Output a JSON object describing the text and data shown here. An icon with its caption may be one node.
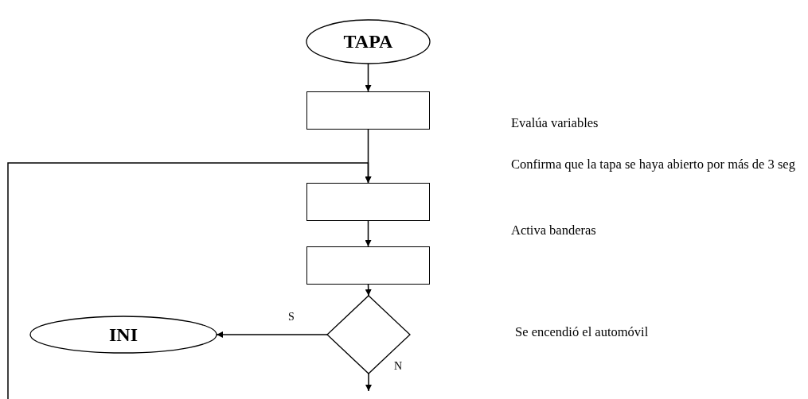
{
  "diagram": {
    "nodes": [
      {
        "text": [
          "TAPA"
        ]
      },
      {
        "text": [],
        "shape": "box"
      },
      {
        "text": [],
        "shape": "box"
      },
      {
        "text": [],
        "shape": "box"
      },
      {
        "text": [],
        "shape": "diamond"
      },
      {
        "text": [
          "INI"
        ]
      }
    ],
    "edges": [
      {
        "from": 0,
        "to": 1,
        "arrow": "to"
      },
      {
        "from": 1,
        "to": 2,
        "arrow": "to"
      },
      {
        "from": 2,
        "to": 3,
        "arrow": "to"
      },
      {
        "from": 3,
        "to": 4,
        "arrow": "to"
      },
      {
        "from": 4,
        "to": 5,
        "arrow": "to",
        "label": "S"
      },
      {
        "from": 4,
        "to": null,
        "arrow": "to",
        "label": "N"
      },
      {
        "from": null,
        "to": 2,
        "arrow": "to"
      }
    ],
    "labels": [
      "Evalúa variables",
      "Confirma que la tapa se haya abierto por más de 3 seg",
      "Activa banderas",
      "Se encendió el automóvil"
    ]
  }
}
